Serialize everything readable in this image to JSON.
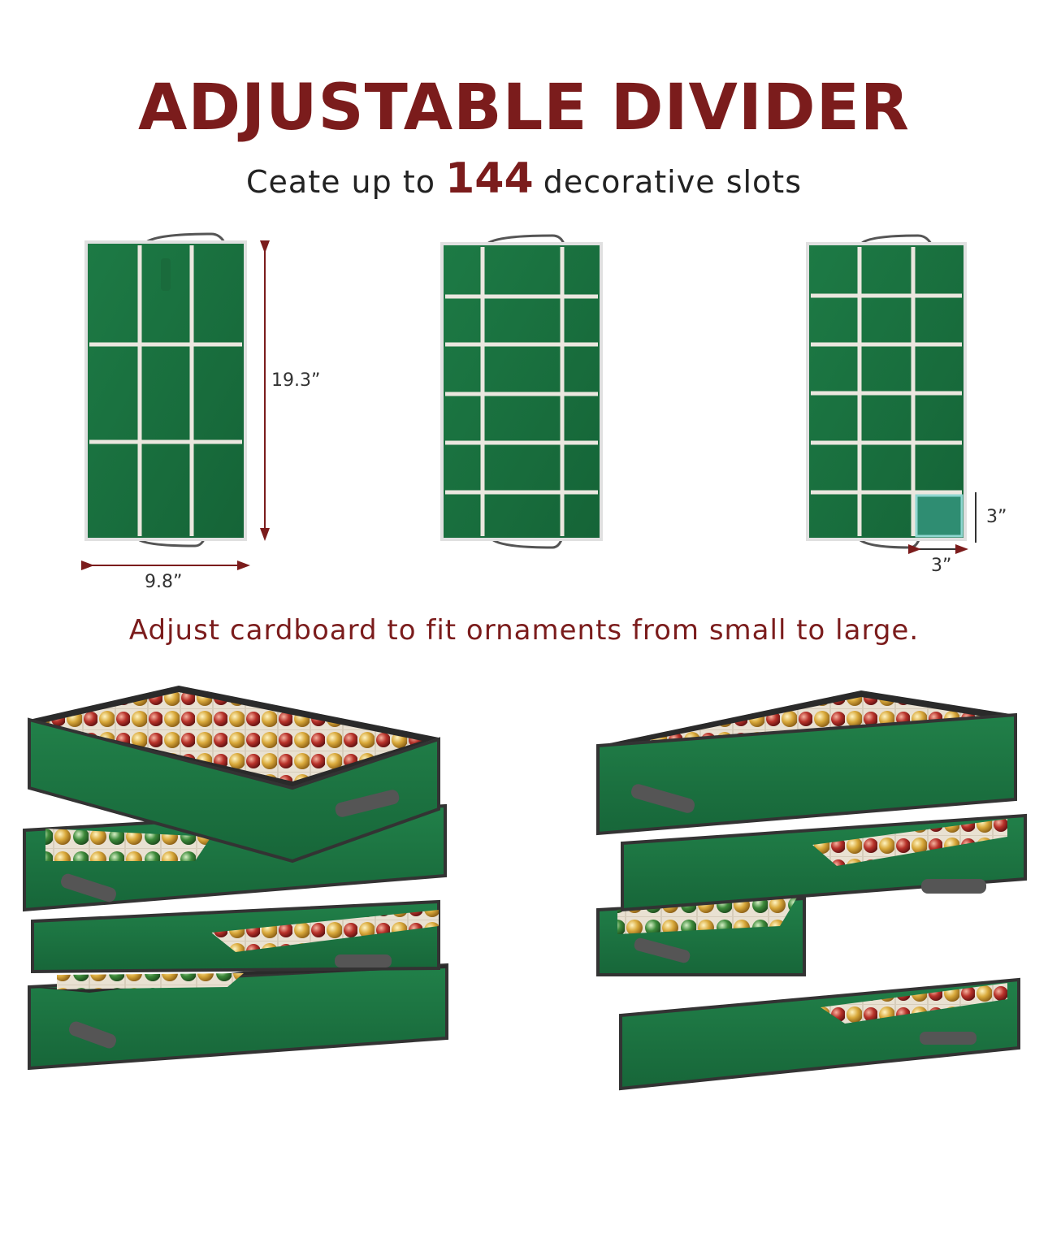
{
  "headline": "ADJUSTABLE DIVIDER",
  "subhead": {
    "prefix": "Ceate up to",
    "number": "144",
    "suffix": "decorative slots"
  },
  "dimensions": {
    "height": "19.3”",
    "width": "9.8”",
    "slot_height": "3”",
    "slot_width": "3”"
  },
  "caption": "Adjust cardboard to fit ornaments from small to large.",
  "colors": {
    "accent": "#7b1c1c",
    "box_green": "#1f7a44",
    "divider": "#e8e4dc",
    "trim": "#3a3a3a",
    "highlight": "#5fb0a8"
  }
}
